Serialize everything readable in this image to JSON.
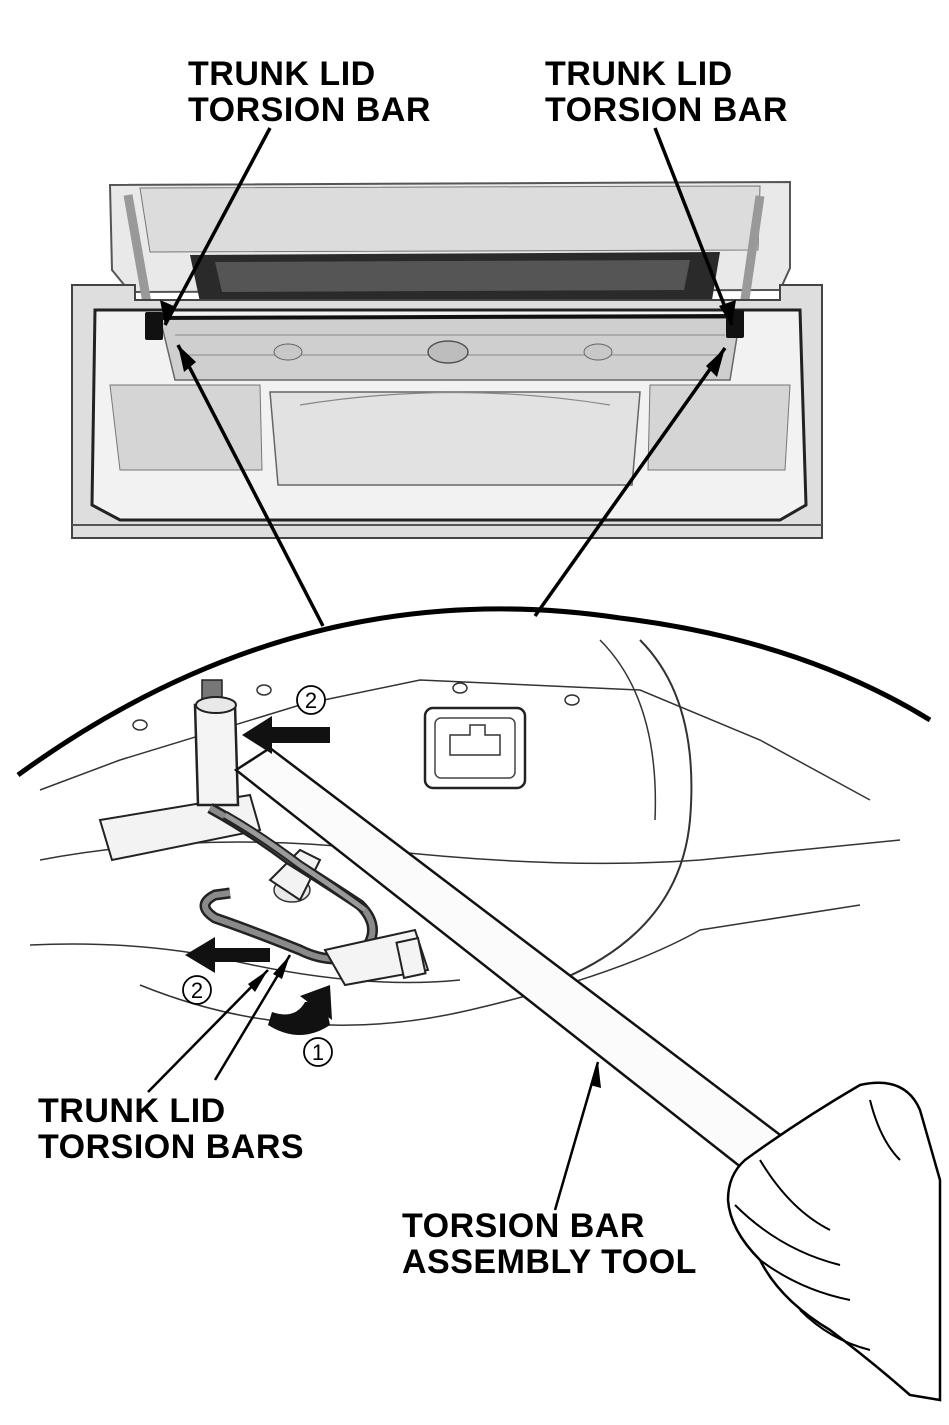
{
  "labels": {
    "top_left": {
      "line1": "TRUNK LID",
      "line2": "TORSION BAR"
    },
    "top_right": {
      "line1": "TRUNK LID",
      "line2": "TORSION BAR"
    },
    "bottom_left": {
      "line1": "TRUNK LID",
      "line2": "TORSION BARS"
    },
    "bottom_right": {
      "line1": "TORSION BAR",
      "line2": "ASSEMBLY TOOL"
    }
  },
  "steps": {
    "step1": "1",
    "step2_upper": "2",
    "step2_lower": "2"
  }
}
